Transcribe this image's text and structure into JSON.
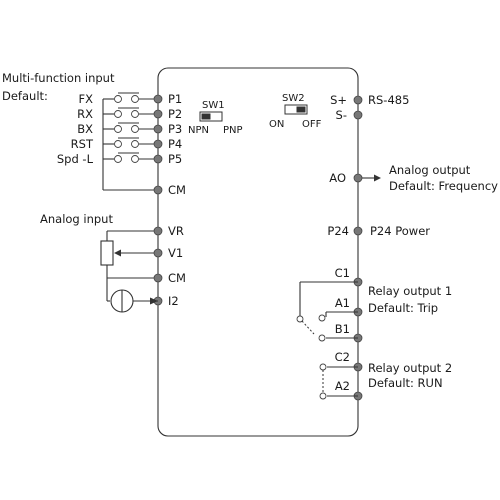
{
  "header": {
    "line1": "Multi-function input",
    "line2": "Default:"
  },
  "inputs": [
    {
      "label": "FX",
      "terminal": "P1"
    },
    {
      "label": "RX",
      "terminal": "P2"
    },
    {
      "label": "BX",
      "terminal": "P3"
    },
    {
      "label": "RST",
      "terminal": "P4"
    },
    {
      "label": "Spd -L",
      "terminal": "P5"
    }
  ],
  "cm_label": "CM",
  "sw1": {
    "name": "SW1",
    "left": "NPN",
    "right": "PNP"
  },
  "sw2": {
    "name": "SW2",
    "left": "ON",
    "right": "OFF"
  },
  "rs485": {
    "plus": "S+",
    "minus": "S-",
    "label": "RS-485"
  },
  "analog_input": {
    "title": "Analog input",
    "vr": "VR",
    "v1": "V1",
    "cm": "CM",
    "i2": "I2"
  },
  "analog_output": {
    "terminal": "AO",
    "line1": "Analog output",
    "line2": "Default: Frequency"
  },
  "p24": {
    "terminal": "P24",
    "label": "P24 Power"
  },
  "relay1": {
    "c": "C1",
    "a": "A1",
    "b": "B1",
    "line1": "Relay output 1",
    "line2": "Default: Trip"
  },
  "relay2": {
    "c": "C2",
    "a": "A2",
    "line1": "Relay output 2",
    "line2": "Default: RUN"
  },
  "colors": {
    "line": "#333333",
    "terminal": "#777777",
    "text": "#1a1a1a"
  }
}
